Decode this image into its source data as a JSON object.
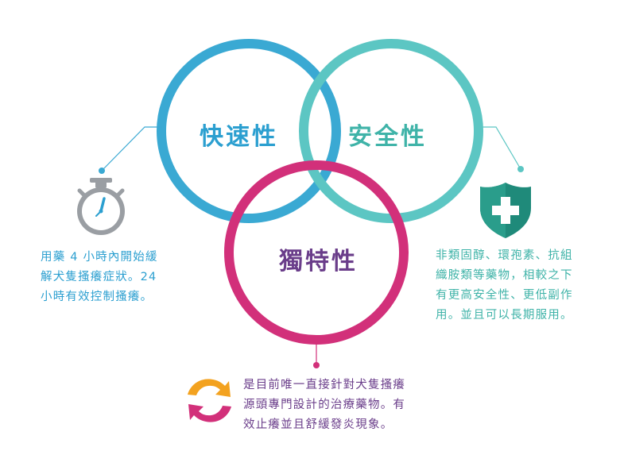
{
  "circles": {
    "speed": {
      "label": "快速性",
      "color": "#3aa9d3"
    },
    "safety": {
      "label": "安全性",
      "color": "#5cc6c3"
    },
    "unique": {
      "label": "獨特性",
      "color": "#d2307a"
    }
  },
  "descriptions": {
    "speed": "用藥 4 小時內開始緩\n解犬隻搔癢症狀。24\n小時有效控制搔癢。",
    "safety": "非類固醇、環孢素、抗組\n織胺類等藥物，相較之下\n有更高安全性、更低副作\n用。並且可以長期服用。",
    "unique": "是目前唯一直接針對犬隻搔癢\n源頭專門設計的治療藥物。有\n效止癢並且舒緩發炎現象。"
  },
  "colors": {
    "speed_text": "#2b9fd0",
    "safety_text": "#3fb3a8",
    "unique_text": "#6a3d8a",
    "stopwatch": "#9a9ea3",
    "shield": "#1f8a7a",
    "cycle_orange": "#f3a21f",
    "cycle_pink": "#d2307a"
  },
  "icons": [
    "stopwatch-icon",
    "shield-plus-icon",
    "refresh-cycle-icon"
  ]
}
